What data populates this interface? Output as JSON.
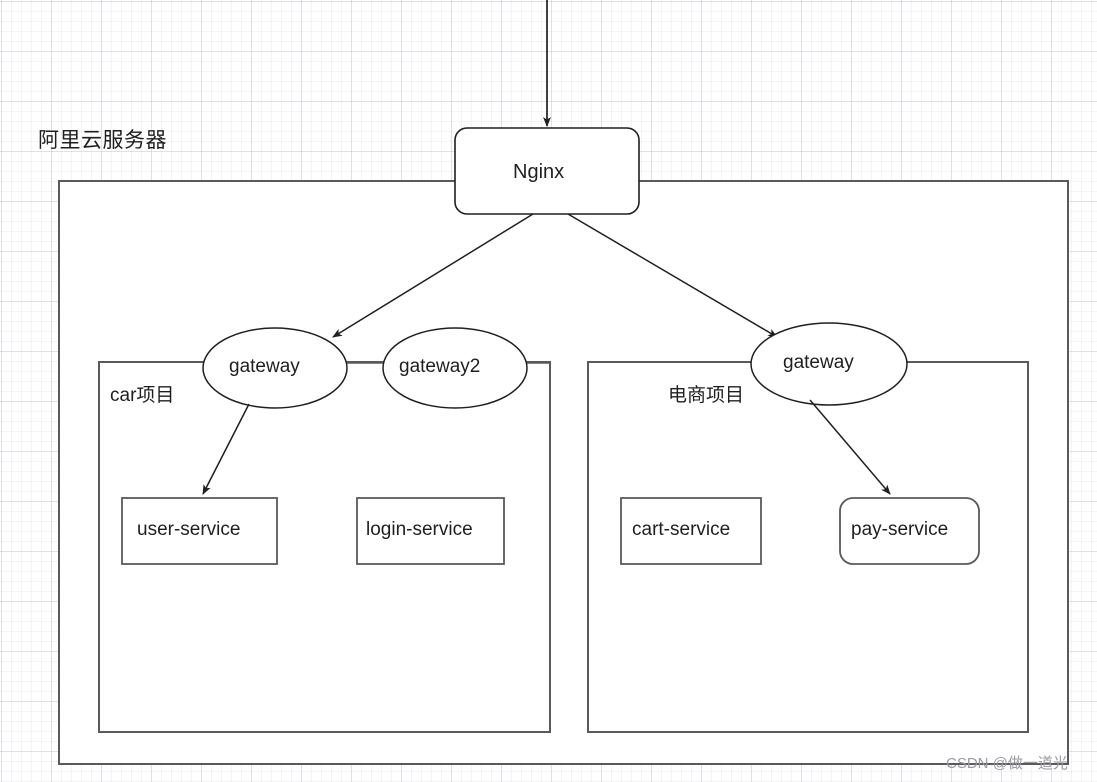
{
  "diagram": {
    "title": "阿里云服务器",
    "watermark": "CSDN @做一道光",
    "colors": {
      "stroke": "#5a5a5a",
      "node_stroke": "#1f1f1f",
      "text": "#1f1f1f",
      "background": "#ffffff",
      "grid_minor": "#cdcdd7",
      "grid_major": "#b4b4be",
      "watermark": "#9a9aa2"
    },
    "entry": {
      "label": "Nginx",
      "shape": "rounded-rectangle"
    },
    "groups": [
      {
        "label": "car项目",
        "gateways": [
          {
            "label": "gateway",
            "shape": "ellipse"
          },
          {
            "label": "gateway2",
            "shape": "ellipse"
          }
        ],
        "services": [
          {
            "label": "user-service",
            "shape": "rectangle"
          },
          {
            "label": "login-service",
            "shape": "rectangle"
          }
        ]
      },
      {
        "label": "电商项目",
        "gateways": [
          {
            "label": "gateway",
            "shape": "ellipse"
          }
        ],
        "services": [
          {
            "label": "cart-service",
            "shape": "rectangle"
          },
          {
            "label": "pay-service",
            "shape": "rounded-rectangle"
          }
        ]
      }
    ],
    "connections": [
      {
        "from": "external",
        "to": "Nginx",
        "type": "arrow"
      },
      {
        "from": "Nginx",
        "to": "gateway (car项目)",
        "type": "arrow"
      },
      {
        "from": "Nginx",
        "to": "gateway (电商项目)",
        "type": "arrow"
      },
      {
        "from": "gateway (car项目)",
        "to": "user-service",
        "type": "arrow"
      },
      {
        "from": "gateway (电商项目)",
        "to": "pay-service",
        "type": "arrow"
      }
    ]
  }
}
